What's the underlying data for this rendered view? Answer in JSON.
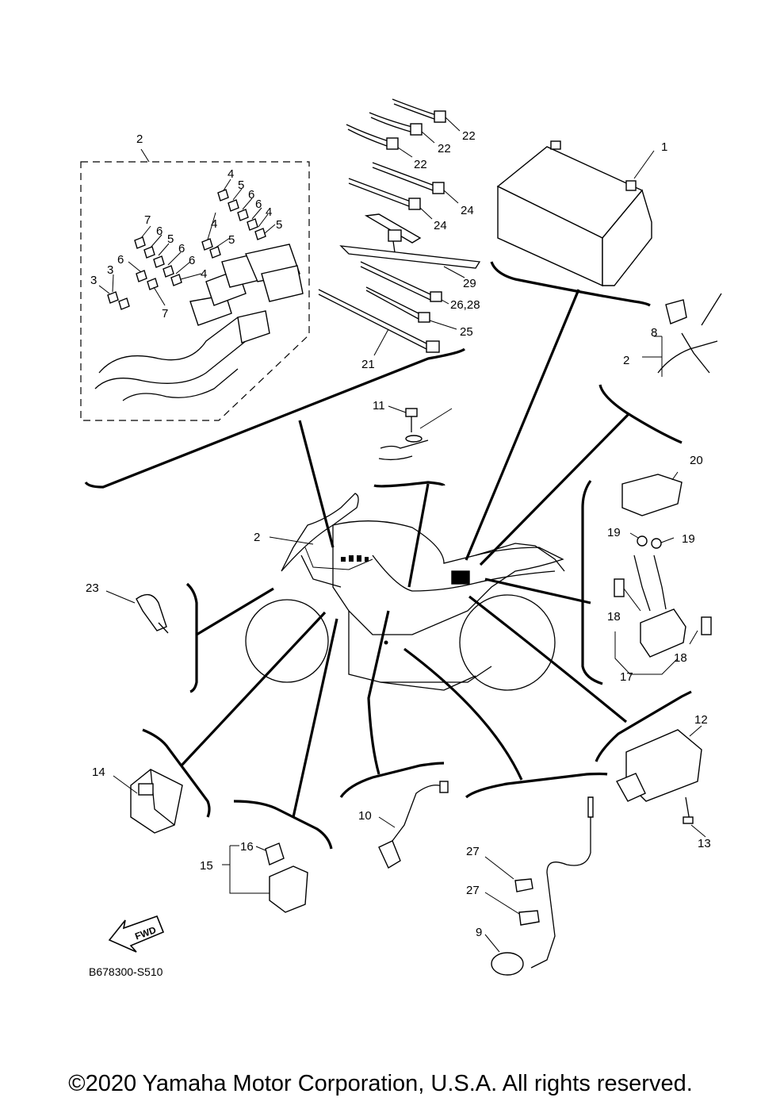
{
  "reference_code": "B678300-S510",
  "copyright": "©2020 Yamaha Motor Corporation, U.S.A. All rights reserved.",
  "fwd_label": "FWD",
  "callouts": {
    "c1": "1",
    "c2a": "2",
    "c2b": "2",
    "c2c": "2",
    "c3a": "3",
    "c3b": "3",
    "c4a": "4",
    "c4b": "4",
    "c4c": "4",
    "c4d": "4",
    "c5a": "5",
    "c5b": "5",
    "c5c": "5",
    "c5d": "5",
    "c6a": "6",
    "c6b": "6",
    "c6c": "6",
    "c6d": "6",
    "c6e": "6",
    "c6f": "6",
    "c7a": "7",
    "c7b": "7",
    "c8": "8",
    "c9": "9",
    "c10": "10",
    "c11": "11",
    "c12": "12",
    "c13": "13",
    "c14": "14",
    "c15": "15",
    "c16": "16",
    "c17": "17",
    "c18a": "18",
    "c18b": "18",
    "c19a": "19",
    "c19b": "19",
    "c20": "20",
    "c21": "21",
    "c22a": "22",
    "c22b": "22",
    "c22c": "22",
    "c23": "23",
    "c24a": "24",
    "c24b": "24",
    "c25": "25",
    "c2628": "26,28",
    "c27a": "27",
    "c27b": "27",
    "c29": "29"
  }
}
